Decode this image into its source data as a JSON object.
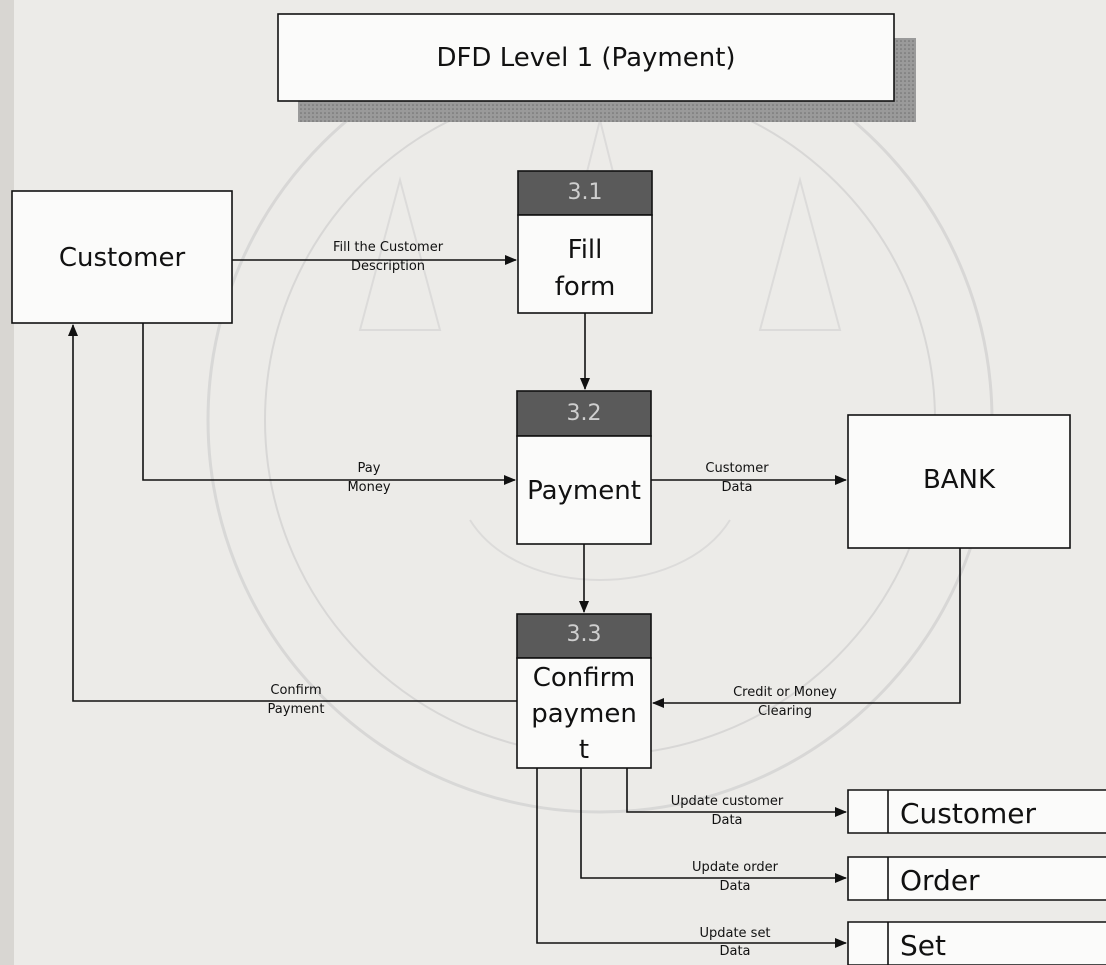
{
  "title": "DFD Level 1 (Payment)",
  "entities": {
    "customer": "Customer",
    "bank": "BANK"
  },
  "processes": [
    {
      "id": "3.1",
      "name_lines": [
        "Fill",
        "form"
      ]
    },
    {
      "id": "3.2",
      "name_lines": [
        "Payment"
      ]
    },
    {
      "id": "3.3",
      "name_lines": [
        "Confirm",
        "paymen",
        "t"
      ]
    }
  ],
  "stores": [
    "Customer",
    "Order",
    "Set"
  ],
  "flows": {
    "fill_description": [
      "Fill the Customer",
      "Description"
    ],
    "pay_money": [
      "Pay",
      "Money"
    ],
    "customer_data": [
      "Customer",
      "Data"
    ],
    "confirm_payment": [
      "Confirm",
      "Payment"
    ],
    "credit_clearing": [
      "Credit or Money",
      "Clearing"
    ],
    "update_customer": [
      "Update customer",
      "Data"
    ],
    "update_order": [
      "Update order",
      "Data"
    ],
    "update_set": [
      "Update set",
      "Data"
    ]
  },
  "colors": {
    "line": "#111111",
    "box_fill": "#fbfbfa",
    "process_header": "#5a5a5a",
    "shadow": "#8a8a8a",
    "watermark": "#c8c8c8"
  }
}
